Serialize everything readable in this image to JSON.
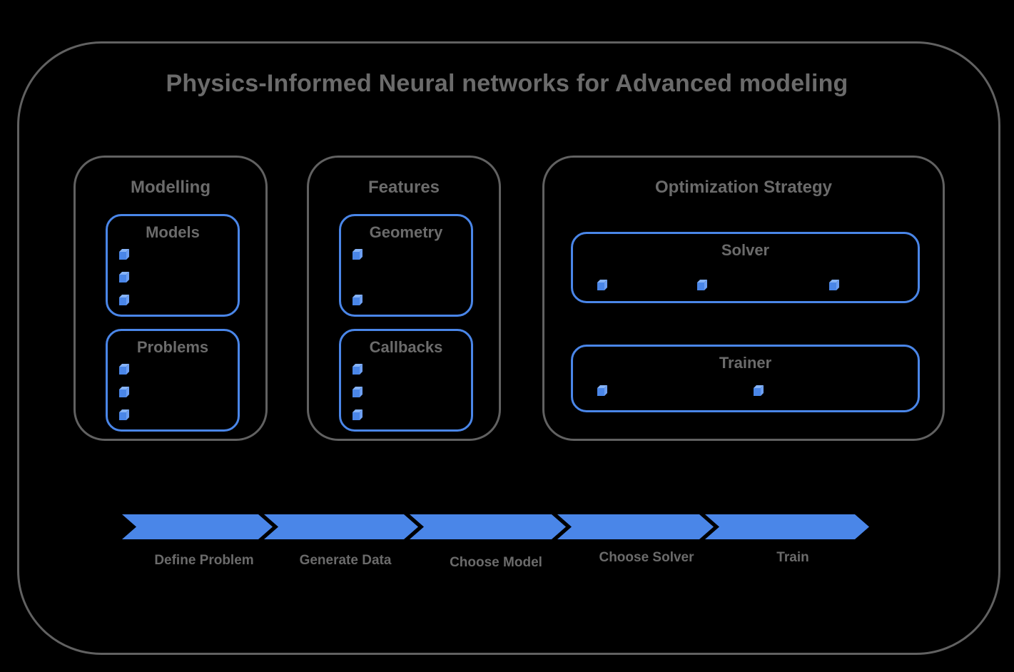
{
  "title": "Physics-Informed Neural networks for Advanced modeling",
  "colors": {
    "accent_blue": "#4a86e8",
    "cube_top": "#86b3f7",
    "cube_side": "#6d9ff2",
    "outline_gray": "#616161",
    "text_gray": "#6b6b6b",
    "bg": "#000000"
  },
  "sections": [
    {
      "label": "Modelling",
      "groups": [
        {
          "label": "Models",
          "bullet_count": 3
        },
        {
          "label": "Problems",
          "bullet_count": 3
        }
      ]
    },
    {
      "label": "Features",
      "groups": [
        {
          "label": "Geometry",
          "bullet_count": 2
        },
        {
          "label": "Callbacks",
          "bullet_count": 3
        }
      ]
    },
    {
      "label": "Optimization Strategy",
      "groups": [
        {
          "label": "Solver",
          "bullet_count": 3
        },
        {
          "label": "Trainer",
          "bullet_count": 2
        }
      ]
    }
  ],
  "flow": {
    "steps": [
      {
        "label": "Define Problem"
      },
      {
        "label": "Generate Data"
      },
      {
        "label": "Choose Model"
      },
      {
        "label": "Choose Solver"
      },
      {
        "label": "Train"
      }
    ]
  }
}
